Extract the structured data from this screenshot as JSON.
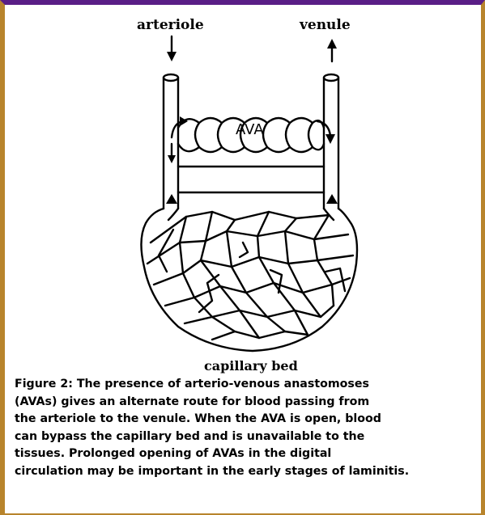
{
  "figure": {
    "label_arteriole": "arteriole",
    "label_venule": "venule",
    "label_ava": "AVA",
    "label_capillary_bed": "capillary bed"
  },
  "caption": {
    "lines": [
      "Figure 2: The presence of arterio-venous anastomoses",
      "(AVAs) gives an alternate route for blood passing from",
      "the arteriole to the venule. When the AVA is open, blood",
      "can bypass the capillary bed and is unavailable to the",
      "tissues. Prolonged opening of AVAs in the digital",
      "circulation may be important in the early stages of laminitis."
    ]
  },
  "colors": {
    "frame_top": "#5a1e86",
    "frame_side": "#b8842c",
    "ink": "#000000"
  }
}
